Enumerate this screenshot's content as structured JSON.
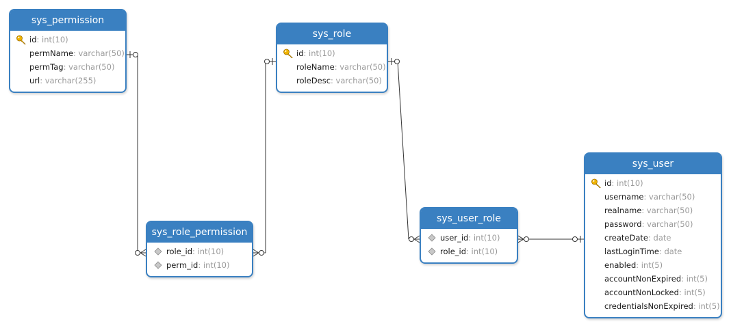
{
  "tables": [
    {
      "name": "sys_permission",
      "columns": [
        {
          "name": "id",
          "type": ": int(10)",
          "key": "primary"
        },
        {
          "name": "permName",
          "type": ": varchar(50)",
          "key": ""
        },
        {
          "name": "permTag",
          "type": ": varchar(50)",
          "key": ""
        },
        {
          "name": "url",
          "type": ": varchar(255)",
          "key": ""
        }
      ]
    },
    {
      "name": "sys_role",
      "columns": [
        {
          "name": "id",
          "type": ": int(10)",
          "key": "primary"
        },
        {
          "name": "roleName",
          "type": ": varchar(50)",
          "key": ""
        },
        {
          "name": "roleDesc",
          "type": ": varchar(50)",
          "key": ""
        }
      ]
    },
    {
      "name": "sys_role_permission",
      "columns": [
        {
          "name": "role_id",
          "type": ": int(10)",
          "key": "foreign"
        },
        {
          "name": "perm_id",
          "type": ": int(10)",
          "key": "foreign"
        }
      ]
    },
    {
      "name": "sys_user_role",
      "columns": [
        {
          "name": "user_id",
          "type": ": int(10)",
          "key": "foreign"
        },
        {
          "name": "role_id",
          "type": ": int(10)",
          "key": "foreign"
        }
      ]
    },
    {
      "name": "sys_user",
      "columns": [
        {
          "name": "id",
          "type": ": int(10)",
          "key": "primary"
        },
        {
          "name": "username",
          "type": ": varchar(50)",
          "key": ""
        },
        {
          "name": "realname",
          "type": ": varchar(50)",
          "key": ""
        },
        {
          "name": "password",
          "type": ": varchar(50)",
          "key": ""
        },
        {
          "name": "createDate",
          "type": ": date",
          "key": ""
        },
        {
          "name": "lastLoginTime",
          "type": ": date",
          "key": ""
        },
        {
          "name": "enabled",
          "type": ": int(5)",
          "key": ""
        },
        {
          "name": "accountNonExpired",
          "type": ": int(5)",
          "key": ""
        },
        {
          "name": "accountNonLocked",
          "type": ": int(5)",
          "key": ""
        },
        {
          "name": "credentialsNonExpired",
          "type": ": int(5)",
          "key": ""
        }
      ]
    }
  ],
  "relationships": [
    {
      "from": "sys_permission",
      "to": "sys_role_permission",
      "from_end": "zero-or-one",
      "to_end": "zero-or-many"
    },
    {
      "from": "sys_role",
      "to": "sys_role_permission",
      "from_end": "zero-or-one",
      "to_end": "zero-or-many"
    },
    {
      "from": "sys_role",
      "to": "sys_user_role",
      "from_end": "zero-or-one",
      "to_end": "zero-or-many"
    },
    {
      "from": "sys_user",
      "to": "sys_user_role",
      "from_end": "zero-or-one",
      "to_end": "zero-or-many"
    }
  ],
  "colors": {
    "header": "#3a80c1",
    "type_text": "#9a9a9a",
    "key_icon": "#f0b400",
    "fk_icon": "#c8c8c8",
    "line": "#333333"
  },
  "icons": {
    "primary": "key-icon",
    "foreign": "foreign-key-diamond-icon"
  }
}
